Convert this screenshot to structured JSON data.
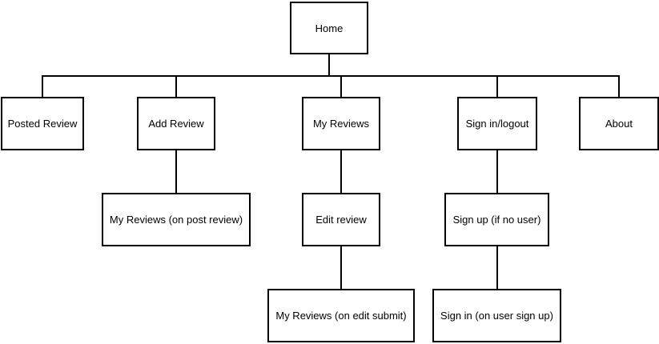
{
  "sitemap": {
    "home": {
      "label": "Home"
    },
    "posted_review": {
      "label": "Posted Review"
    },
    "add_review": {
      "label": "Add Review"
    },
    "my_reviews": {
      "label": "My Reviews"
    },
    "sign_in_logout": {
      "label": "Sign in/logout"
    },
    "about": {
      "label": "About"
    },
    "my_reviews_on_post": {
      "label": "My Reviews (on post review)"
    },
    "edit_review": {
      "label": "Edit review"
    },
    "my_reviews_on_edit": {
      "label": "My Reviews (on edit submit)"
    },
    "sign_up": {
      "label": "Sign up (if no user)"
    },
    "sign_in_on_signup": {
      "label": "Sign in (on user sign up)"
    }
  },
  "colors": {
    "stroke": "#000000",
    "node_fill": "#ffffff",
    "background": "#ffffff"
  }
}
